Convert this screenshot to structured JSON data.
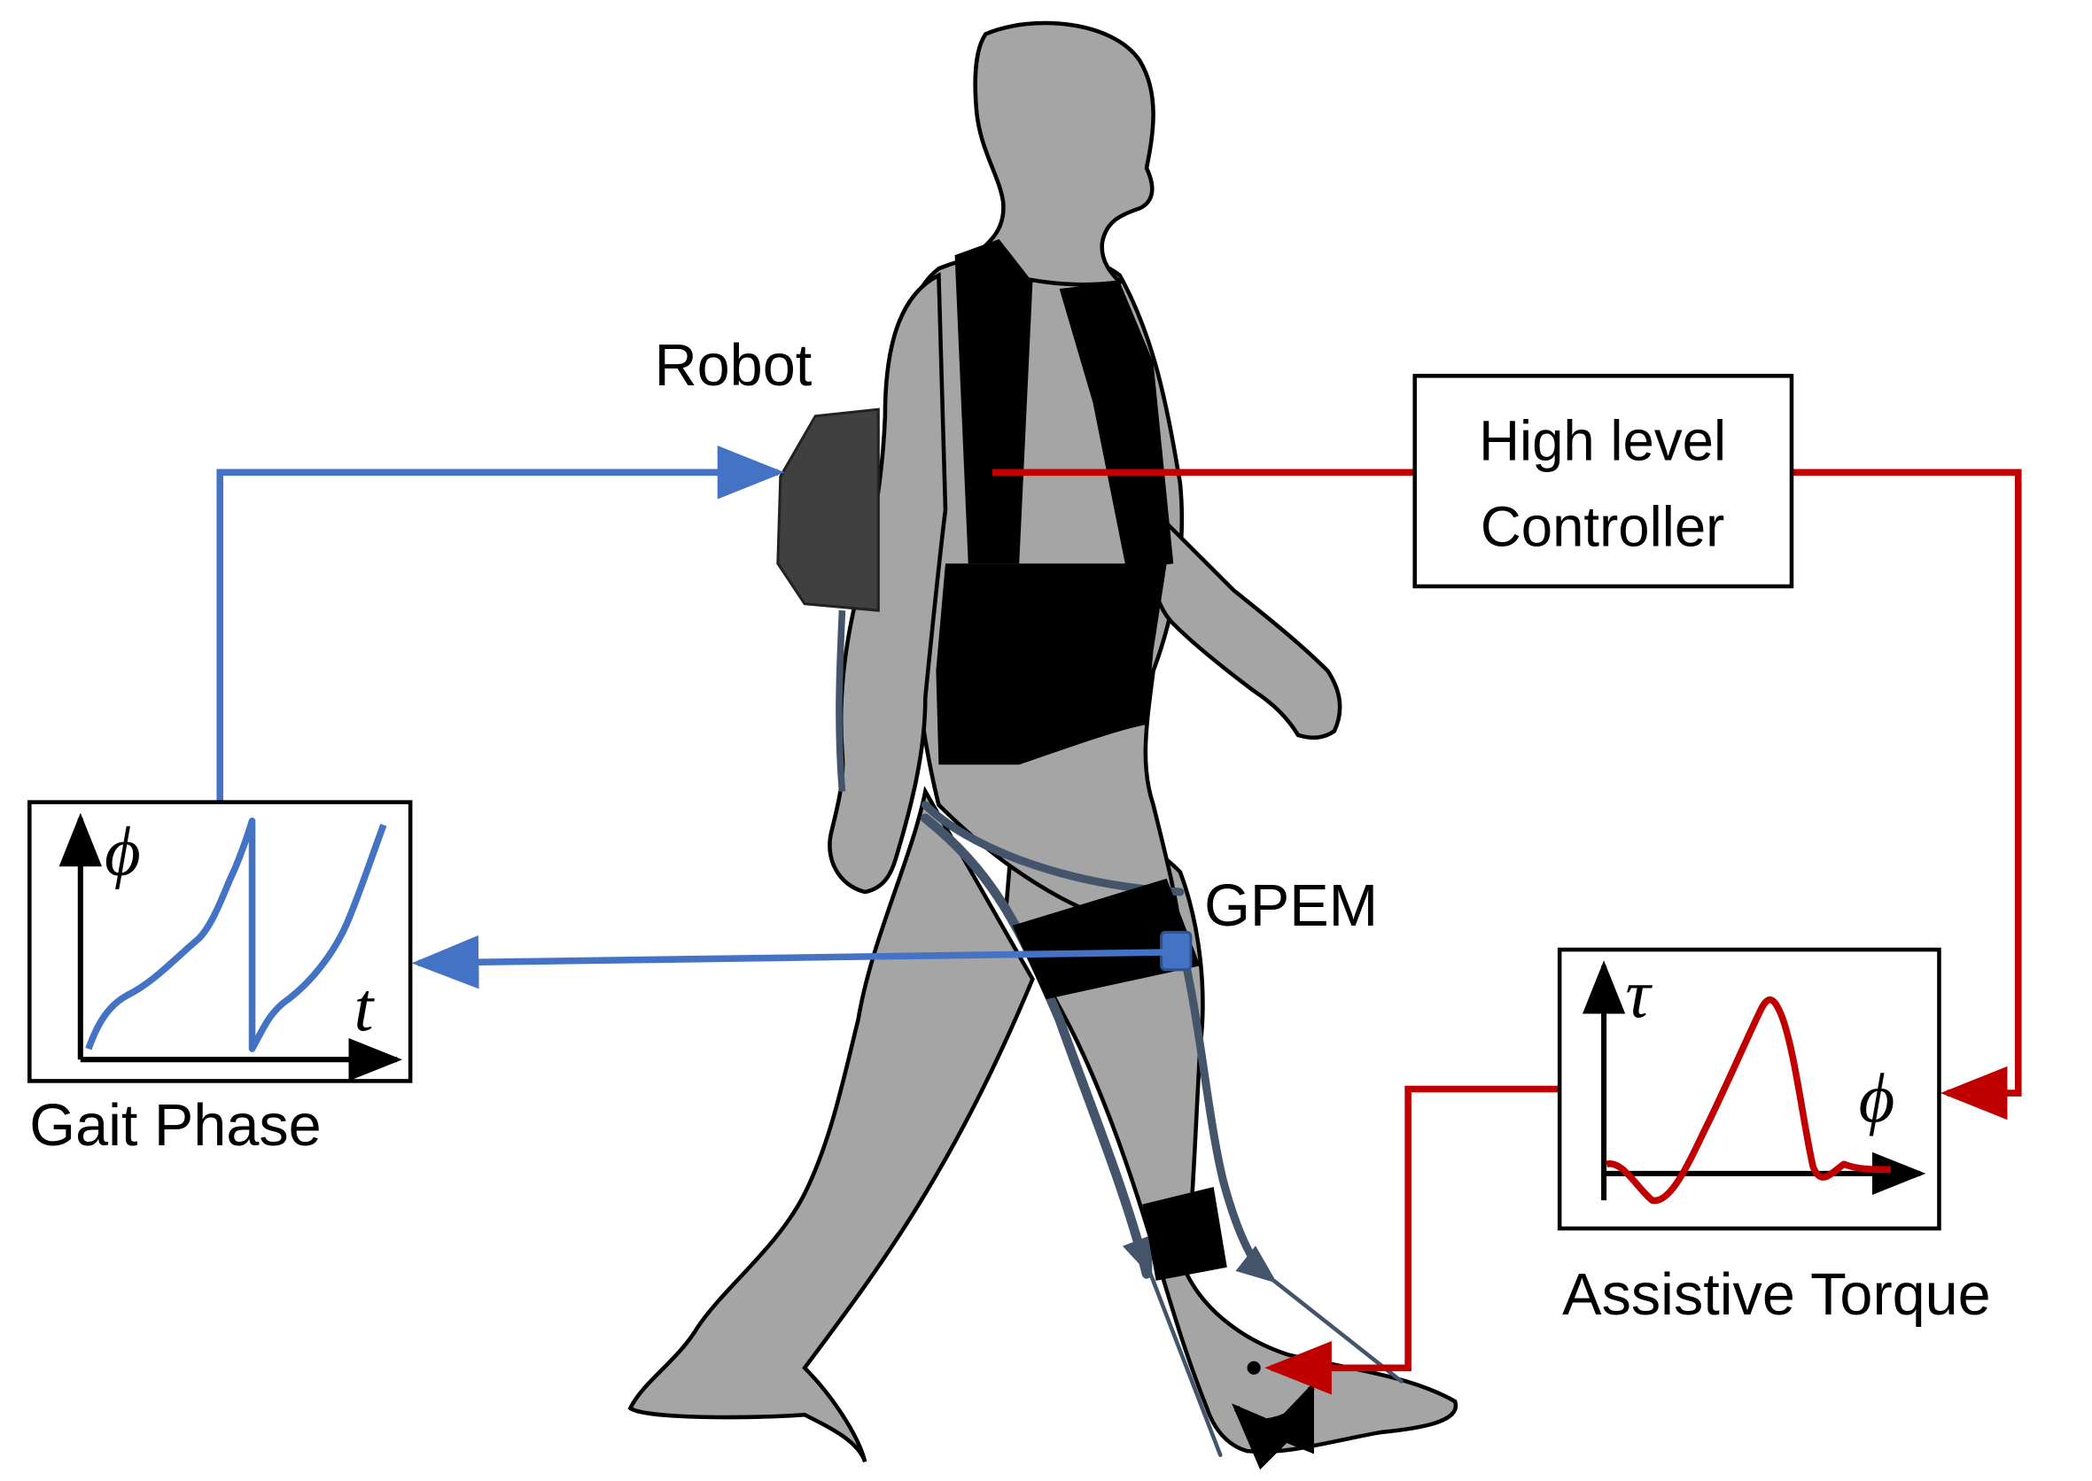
{
  "labels": {
    "robot": "Robot",
    "controller_line1": "High level",
    "controller_line2": "Controller",
    "gpem": "GPEM",
    "gait_phase": "Gait Phase",
    "assistive_torque": "Assistive Torque"
  },
  "gait_phase_plot": {
    "y_symbol": "ϕ",
    "x_symbol": "t"
  },
  "torque_plot": {
    "y_symbol": "τ",
    "x_symbol": "ϕ"
  },
  "colors": {
    "phase_signal": "#4472c4",
    "torque_signal": "#c00000",
    "body": "#a5a5a5",
    "harness": "#000000",
    "robot_unit": "#404040",
    "exo_frame": "#44546a"
  }
}
